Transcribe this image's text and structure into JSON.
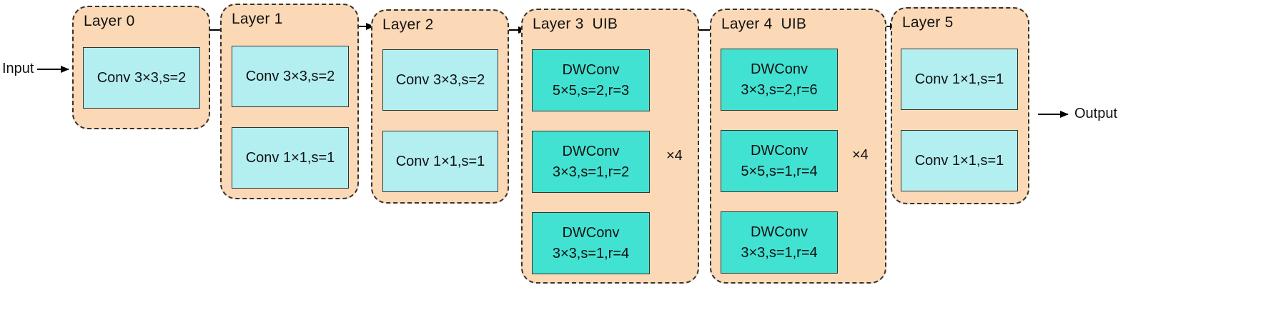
{
  "input_label": "Input",
  "output_label": "Output",
  "layers": [
    {
      "title": "Layer 0",
      "blocks": [
        {
          "lines": [
            "Conv 3×3,s=2"
          ],
          "style": "light"
        }
      ]
    },
    {
      "title": "Layer 1",
      "blocks": [
        {
          "lines": [
            "Conv 3×3,s=2"
          ],
          "style": "light"
        },
        {
          "lines": [
            "Conv 1×1,s=1"
          ],
          "style": "light"
        }
      ]
    },
    {
      "title": "Layer 2",
      "blocks": [
        {
          "lines": [
            "Conv 3×3,s=2"
          ],
          "style": "light"
        },
        {
          "lines": [
            "Conv 1×1,s=1"
          ],
          "style": "light"
        }
      ]
    },
    {
      "title": "Layer 3  UIB",
      "repeat": "×4",
      "blocks": [
        {
          "lines": [
            "DWConv",
            "5×5,s=2,r=3"
          ],
          "style": "teal"
        },
        {
          "lines": [
            "DWConv",
            "3×3,s=1,r=2"
          ],
          "style": "teal"
        },
        {
          "lines": [
            "DWConv",
            "3×3,s=1,r=4"
          ],
          "style": "teal"
        }
      ]
    },
    {
      "title": "Layer 4  UIB",
      "repeat": "×4",
      "blocks": [
        {
          "lines": [
            "DWConv",
            "3×3,s=2,r=6"
          ],
          "style": "teal"
        },
        {
          "lines": [
            "DWConv",
            "5×5,s=1,r=4"
          ],
          "style": "teal"
        },
        {
          "lines": [
            "DWConv",
            "3×3,s=1,r=4"
          ],
          "style": "teal"
        }
      ]
    },
    {
      "title": "Layer 5",
      "blocks": [
        {
          "lines": [
            "Conv 1×1,s=1"
          ],
          "style": "light"
        },
        {
          "lines": [
            "Conv 1×1,s=1"
          ],
          "style": "light"
        }
      ]
    }
  ]
}
